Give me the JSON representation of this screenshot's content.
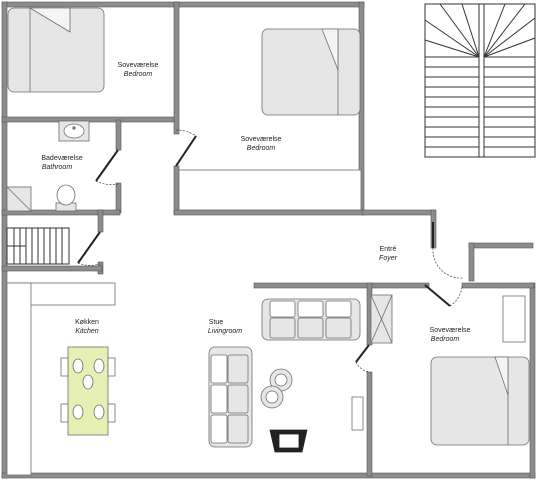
{
  "plan": {
    "colors": {
      "wall": "#8c8c8c",
      "wall_edge": "#555555",
      "furniture_fill": "#e6e6e6",
      "furniture_stroke": "#6e6e6e",
      "table_fill": "#e6f0b4",
      "label": "#222222"
    },
    "rooms": {
      "bedroom_top_left": {
        "name_da": "Soveværelse",
        "name_en": "Bedroom"
      },
      "bedroom_top_center": {
        "name_da": "Soveværelse",
        "name_en": "Bedroom"
      },
      "bathroom": {
        "name_da": "Badeværelse",
        "name_en": "Bathroom"
      },
      "foyer": {
        "name_da": "Entré",
        "name_en": "Foyer"
      },
      "kitchen": {
        "name_da": "Køkken",
        "name_en": "Kitchen"
      },
      "living_room": {
        "name_da": "Stue",
        "name_en": "Livingroom"
      },
      "bedroom_right": {
        "name_da": "Soveværelse",
        "name_en": "Bedroom"
      }
    }
  }
}
